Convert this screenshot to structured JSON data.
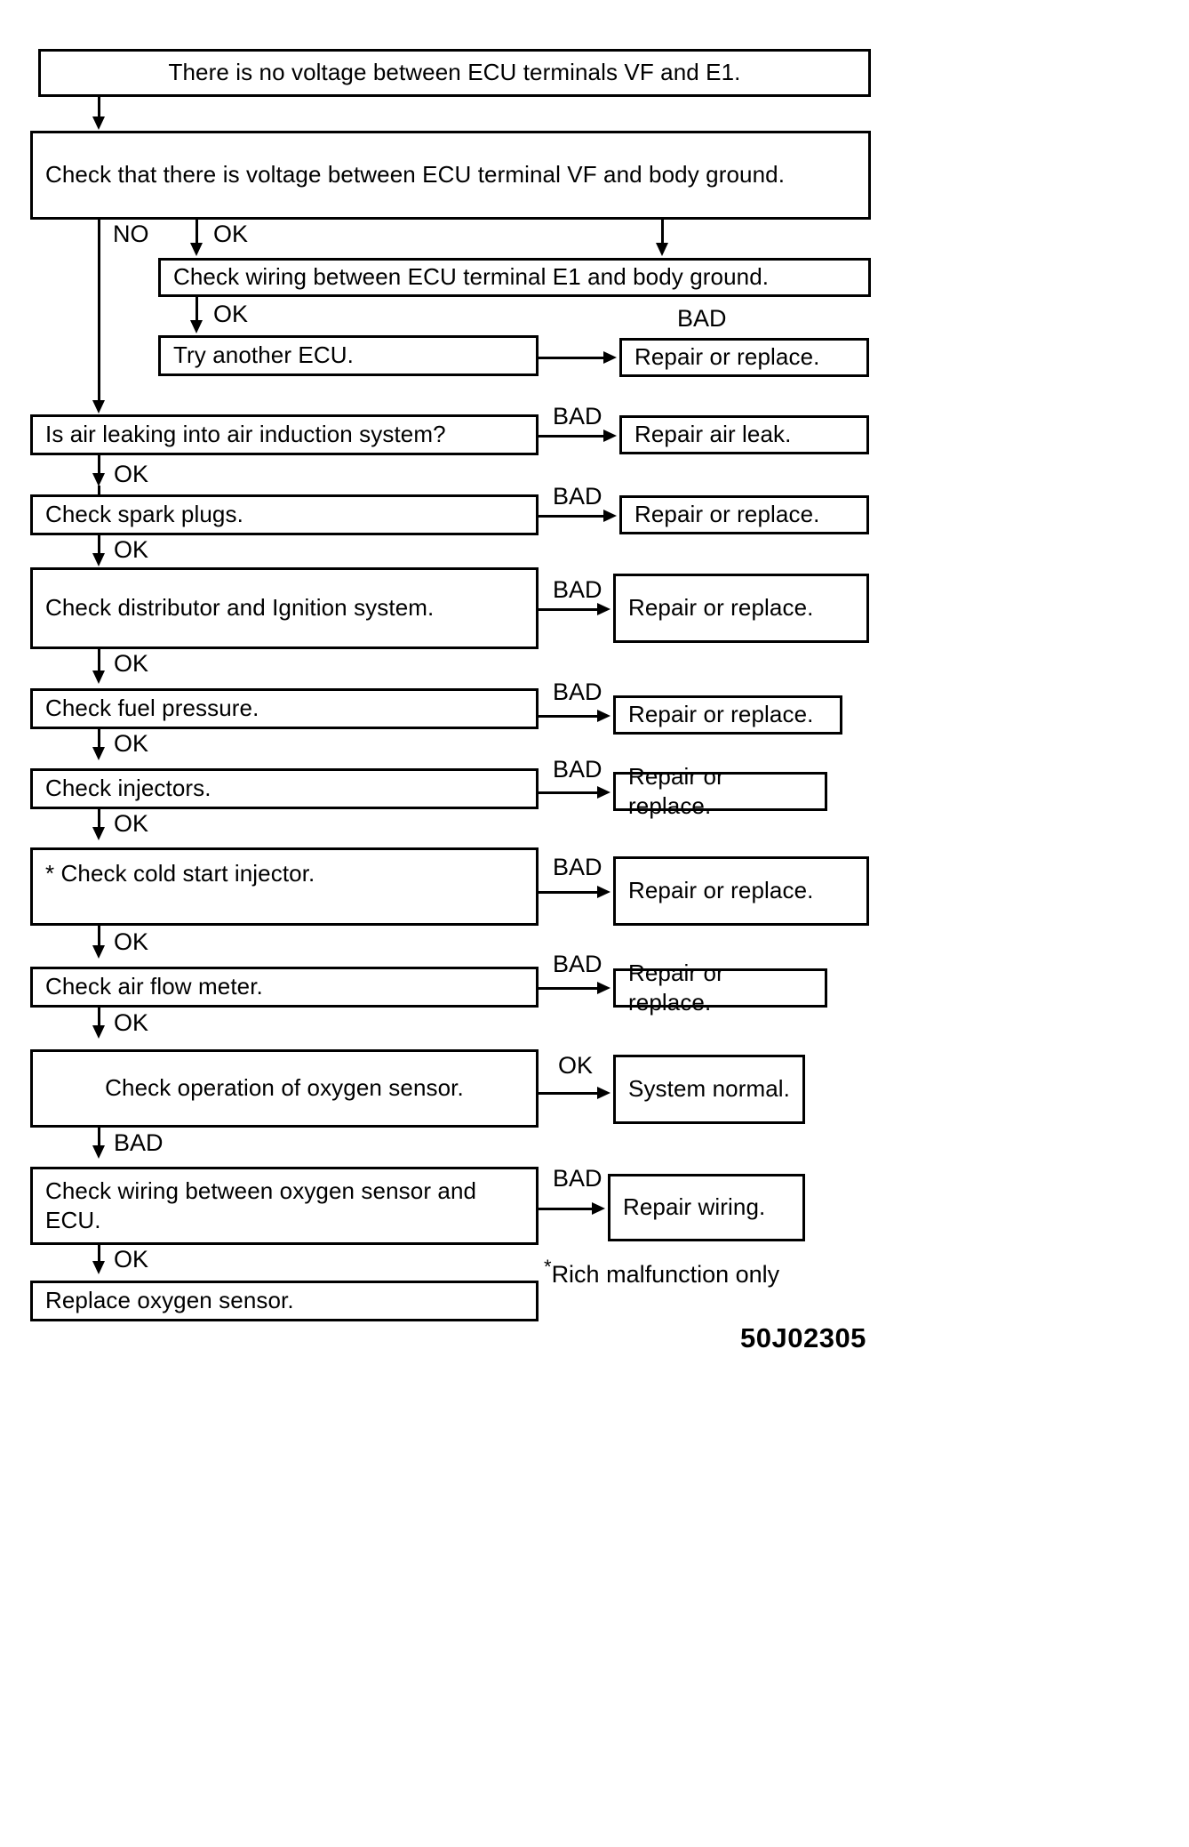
{
  "diagram": {
    "title": "Oxygen sensor / VF terminal troubleshooting flowchart",
    "code": "50J02305",
    "footnote": "Rich malfunction only",
    "footnote_marker": "*",
    "colors": {
      "ink": "#000000",
      "paper": "#ffffff"
    }
  },
  "nodes": {
    "n01": "There is no voltage between ECU terminals VF and E1.",
    "n02": "Check that there is voltage between ECU terminal VF and body ground.",
    "n03": "Check wiring between ECU terminal E1 and body ground.",
    "n04": "Try another ECU.",
    "n05": "Repair or replace.",
    "n06": "Is air leaking into air induction system?",
    "n07": "Repair air leak.",
    "n08": "Check spark plugs.",
    "n09": "Repair or replace.",
    "n10": "Check distributor and Ignition system.",
    "n11": "Repair or replace.",
    "n12": "Check fuel pressure.",
    "n13": "Repair or replace.",
    "n14": "Check injectors.",
    "n15": "Repair or replace.",
    "n16": "* Check cold start injector.",
    "n17": "Repair or replace.",
    "n18": "Check air flow meter.",
    "n19": "Repair or replace.",
    "n20": "Check operation of oxygen sensor.",
    "n21": "System normal.",
    "n22": "Check wiring between oxygen sensor and ECU.",
    "n23": "Repair wiring.",
    "n24": "Replace oxygen sensor."
  },
  "edge_labels": {
    "e_no": "NO",
    "e_ok_1": "OK",
    "e_ok_2": "OK",
    "e_bad_1": "BAD",
    "e_bad_2": "BAD",
    "e_ok_3": "OK",
    "e_bad_3": "BAD",
    "e_ok_4": "OK",
    "e_bad_4": "BAD",
    "e_ok_5": "OK",
    "e_bad_5": "BAD",
    "e_ok_6": "OK",
    "e_bad_6": "BAD",
    "e_ok_7": "OK",
    "e_bad_7": "BAD",
    "e_ok_8": "OK",
    "e_bad_8": "BAD",
    "e_ok_9": "OK",
    "e_ok_10": "OK",
    "e_bad_9": "BAD",
    "e_bad_10": "BAD",
    "e_ok_11": "OK"
  }
}
